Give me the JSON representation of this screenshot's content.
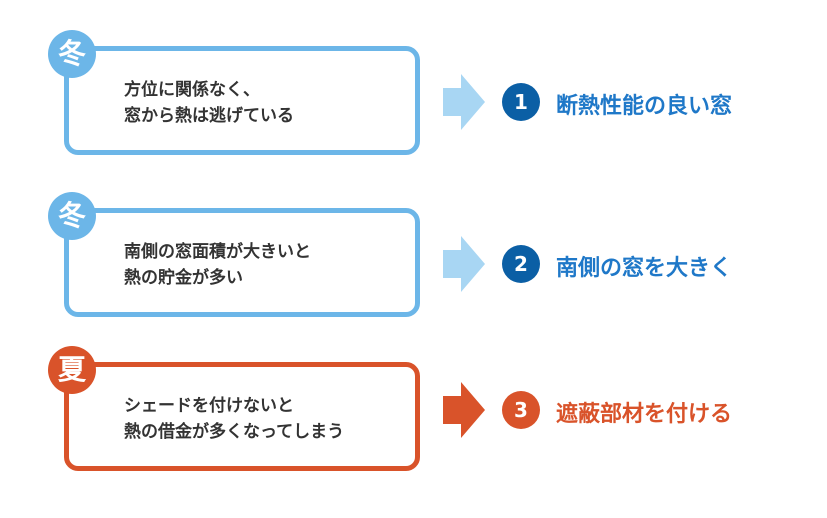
{
  "rows": [
    {
      "season": "冬",
      "lines": [
        "方位に関係なく、",
        "窓から熱は逃げている"
      ],
      "number": "1",
      "result": "断熱性能の良い窓"
    },
    {
      "season": "冬",
      "lines": [
        "南側の窓面積が大きいと",
        "熱の貯金が多い"
      ],
      "number": "2",
      "result": "南側の窓を大きく"
    },
    {
      "season": "夏",
      "lines": [
        "シェードを付けないと",
        "熱の借金が多くなってしまう"
      ],
      "number": "3",
      "result": "遮蔽部材を付ける"
    }
  ],
  "colors": {
    "winter_border": "#6cb6e8",
    "winter_arrow": "#a8d6f3",
    "winter_number": "#0b5fa5",
    "winter_result": "#1f78c8",
    "summer": "#d9532a"
  }
}
